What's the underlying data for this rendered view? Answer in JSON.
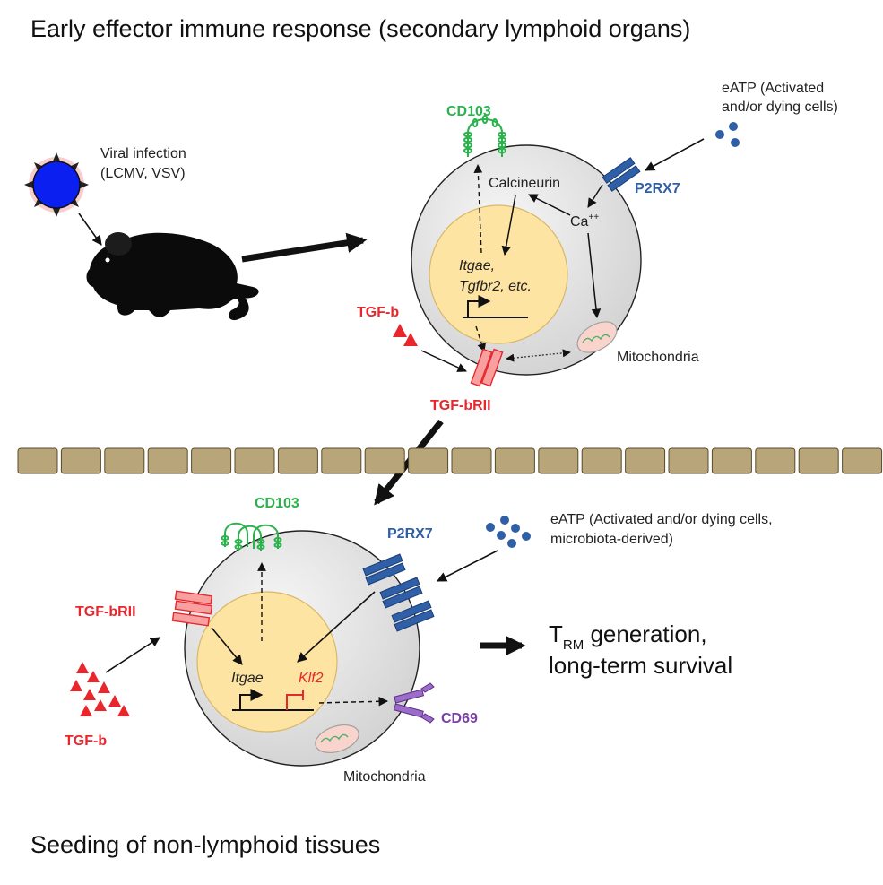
{
  "titles": {
    "top": "Early effector immune response (secondary lymphoid organs)",
    "bottom": "Seeding of non-lymphoid tissues"
  },
  "top_panel": {
    "infection_line1": "Viral infection",
    "infection_line2": "(LCMV, VSV)",
    "cd103": "CD103",
    "eatp_line1": "eATP (Activated",
    "eatp_line2": "and/or dying cells)",
    "p2rx7": "P2RX7",
    "calcineurin": "Calcineurin",
    "ca": "Ca",
    "ca_sup": "++",
    "genes_line1": "Itgae,",
    "genes_line2": "Tgfbr2, etc.",
    "tgfb": "TGF-b",
    "tgfbrii": "TGF-bRII",
    "mitochondria": "Mitochondria"
  },
  "bottom_panel": {
    "cd103": "CD103",
    "p2rx7": "P2RX7",
    "eatp_line1": "eATP (Activated and/or dying cells,",
    "eatp_line2": "microbiota-derived)",
    "tgfbrii": "TGF-bRII",
    "tgfb": "TGF-b",
    "itgae": "Itgae",
    "klf2": "Klf2",
    "cd69": "CD69",
    "mitochondria": "Mitochondria",
    "outcome_t": "T",
    "outcome_sub": "RM",
    "outcome_line1_rest": " generation,",
    "outcome_line2": "long-term survival"
  },
  "colors": {
    "green": "#2bb24c",
    "blue": "#2f5fa6",
    "red": "#e8262b",
    "purple": "#7b3fa8",
    "nucleus": "#fde4a3",
    "cell": "#e3e3e3",
    "tissue": "#b8a57a"
  }
}
